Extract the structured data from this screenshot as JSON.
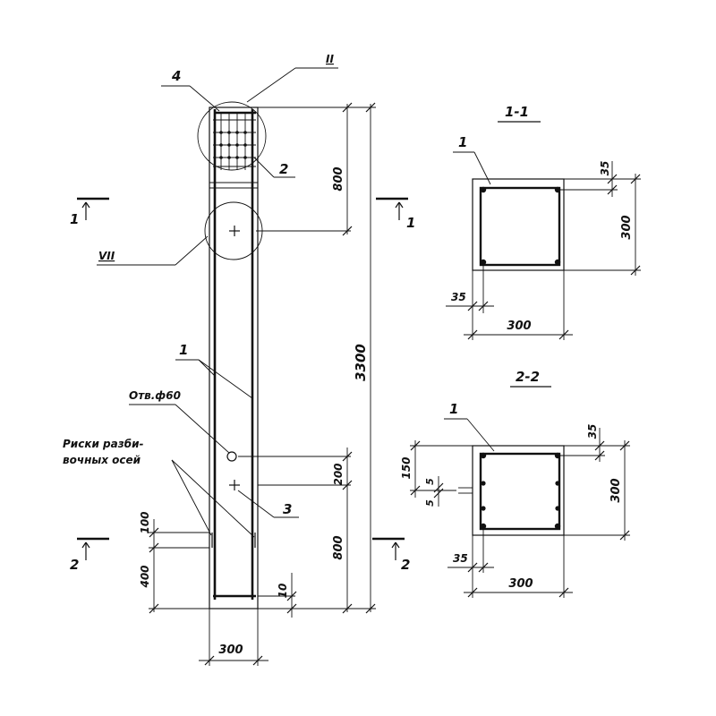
{
  "column": {
    "total_height": "3300",
    "top_segment": "800",
    "bottom_segment": "800",
    "hole_offset": "200",
    "bottom_offset": "10",
    "mark_offset_top": "100",
    "mark_offset_bottom": "400",
    "width": "300"
  },
  "callouts": {
    "pos1": "1",
    "pos2": "2",
    "pos3": "3",
    "pos4": "4",
    "node_II": "II",
    "node_VII": "VII",
    "hole": "Отв.ф60",
    "marks_line1": "Риски разби-",
    "marks_line2": "вочных осей"
  },
  "section_marks": {
    "cut1": "1",
    "cut2": "2"
  },
  "section_1_1": {
    "title": "1-1",
    "pos": "1",
    "cover_top": "35",
    "height": "300",
    "cover_left": "35",
    "width": "300"
  },
  "section_2_2": {
    "title": "2-2",
    "pos": "1",
    "cover_top": "35",
    "height": "300",
    "dim_150": "150",
    "dim_5a": "5",
    "dim_5b": "5",
    "cover_left": "35",
    "width": "300"
  }
}
